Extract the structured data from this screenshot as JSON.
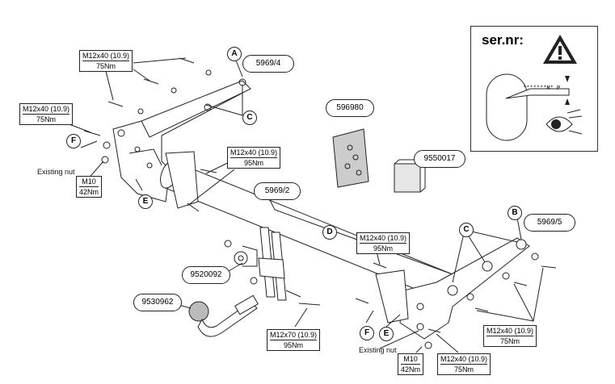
{
  "serial_panel": {
    "title": "ser.nr:",
    "plate_text": "*******M* P",
    "icons": [
      "warning-icon",
      "eye-icon"
    ]
  },
  "parts": {
    "p5969_4": "5969/4",
    "p596980": "596980",
    "p9550017": "9550017",
    "p5969_2": "5969/2",
    "p5969_5": "5969/5",
    "p9520092": "9520092",
    "p9530962": "9530962"
  },
  "letters": {
    "a": "A",
    "b": "B",
    "c1": "C",
    "c2": "C",
    "d": "D",
    "e1": "E",
    "e2": "E",
    "f1": "F",
    "f2": "F"
  },
  "specs": {
    "s1": {
      "line1": "M12x40 (10.9)",
      "line2": "75Nm"
    },
    "s2": {
      "line1": "M12x40 (10.9)",
      "line2": "75Nm"
    },
    "s3": {
      "line1": "M10",
      "line2": "42Nm"
    },
    "s4": {
      "line1": "M12x40 (10.9)",
      "line2": "95Nm"
    },
    "s5": {
      "line1": "M12x40 (10.9)",
      "line2": "95Nm"
    },
    "s6": {
      "line1": "M12x70 (10.9)",
      "line2": "95Nm"
    },
    "s7": {
      "line1": "M12x40 (10.9)",
      "line2": "75Nm"
    },
    "s8": {
      "line1": "M10",
      "line2": "42Nm"
    },
    "s9": {
      "line1": "M12x40 (10.9)",
      "line2": "75Nm"
    }
  },
  "notes": {
    "existing_nut_left": "Existing nut",
    "existing_nut_right": "Existing nut"
  }
}
